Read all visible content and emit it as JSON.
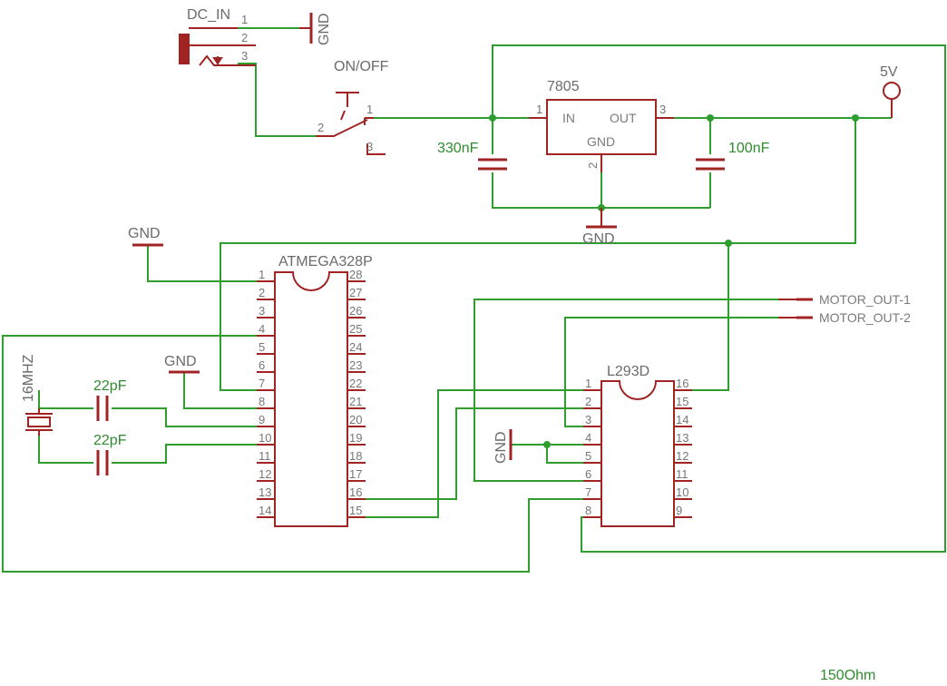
{
  "dc_in": {
    "label": "DC_IN",
    "pins": [
      "1",
      "2",
      "3"
    ]
  },
  "switch": {
    "label": "ON/OFF",
    "pins": [
      "1",
      "2",
      "3"
    ]
  },
  "regulator": {
    "label": "7805",
    "in_label": "IN",
    "out_label": "OUT",
    "gnd_label": "GND",
    "pins": [
      "1",
      "2",
      "3"
    ]
  },
  "power_out": {
    "label": "5V"
  },
  "caps": {
    "c330": "330nF",
    "c100": "100nF",
    "c22a": "22pF",
    "c22b": "22pF"
  },
  "crystal": {
    "label": "16MHZ"
  },
  "gnd_labels": {
    "dc": "GND",
    "reg": "GND",
    "mcu": "GND",
    "xtal": "GND",
    "l293": "GND"
  },
  "atmega": {
    "label": "ATMEGA328P",
    "left_pins": [
      "1",
      "2",
      "3",
      "4",
      "5",
      "6",
      "7",
      "8",
      "9",
      "10",
      "11",
      "12",
      "13",
      "14"
    ],
    "right_pins": [
      "28",
      "27",
      "26",
      "25",
      "24",
      "23",
      "22",
      "21",
      "20",
      "19",
      "18",
      "17",
      "16",
      "15"
    ]
  },
  "l293": {
    "label": "L293D",
    "left_pins": [
      "1",
      "2",
      "3",
      "4",
      "5",
      "6",
      "7",
      "8"
    ],
    "right_pins": [
      "16",
      "15",
      "14",
      "13",
      "12",
      "11",
      "10",
      "9"
    ]
  },
  "motor_outputs": [
    "MOTOR_OUT-1",
    "MOTOR_OUT-2"
  ],
  "footer_label": "150Ohm"
}
